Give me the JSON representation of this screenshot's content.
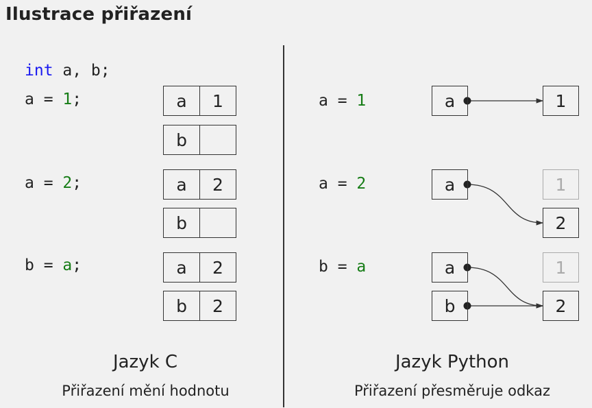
{
  "title": "Ilustrace přiřazení",
  "c_side": {
    "decl": {
      "keyword": "int",
      "rest": " a, b;"
    },
    "lines": [
      {
        "lhs": "a = ",
        "rhs": "1",
        "end": ";"
      },
      {
        "lhs": "a = ",
        "rhs": "2",
        "end": ";"
      },
      {
        "lhs": "b = ",
        "rhs": "a",
        "end": ";"
      }
    ],
    "cells": [
      {
        "name": "a",
        "value": "1"
      },
      {
        "name": "b",
        "value": ""
      },
      {
        "name": "a",
        "value": "2"
      },
      {
        "name": "b",
        "value": ""
      },
      {
        "name": "a",
        "value": "2"
      },
      {
        "name": "b",
        "value": "2"
      }
    ],
    "caption": "Jazyk C",
    "subcaption": "Přiřazení mění hodnotu"
  },
  "py_side": {
    "lines": [
      {
        "lhs": "a = ",
        "rhs": "1"
      },
      {
        "lhs": "a = ",
        "rhs": "2"
      },
      {
        "lhs": "b = ",
        "rhs": "a"
      }
    ],
    "names": [
      "a",
      "a",
      "a",
      "b"
    ],
    "values": [
      "1",
      "1",
      "2",
      "1",
      "2"
    ],
    "caption": "Jazyk Python",
    "subcaption": "Přiřazení přesměruje odkaz"
  }
}
